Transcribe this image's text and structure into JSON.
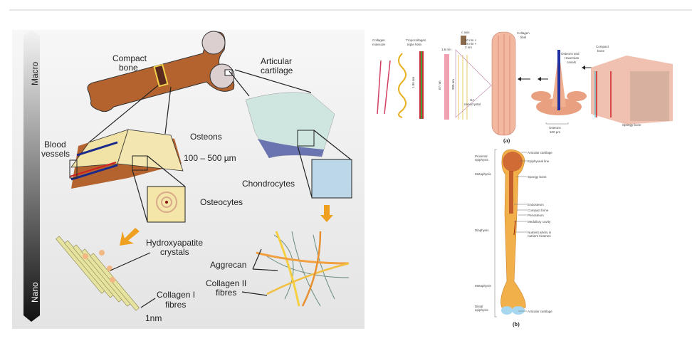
{
  "left_figure": {
    "scale_bar": {
      "top": "Macro",
      "bottom": "Nano"
    },
    "labels": {
      "compact_bone": [
        "Compact",
        "bone"
      ],
      "articular_cartilage": [
        "Articular",
        "cartilage"
      ],
      "blood_vessels": [
        "Blood",
        "vessels"
      ],
      "osteons": "Osteons",
      "size_range": "100 – 500 µm",
      "chondrocytes": "Chondrocytes",
      "osteocytes": "Osteocytes",
      "hydroxyapatite": [
        "Hydroxyapatite",
        "crystals"
      ],
      "aggrecan": "Aggrecan",
      "collagen_ii": [
        "Collagen II",
        "fibres"
      ],
      "collagen_i": [
        "Collagen I",
        "fibres"
      ],
      "scale_1nm": "1nm"
    },
    "colors": {
      "bone": "#b5632e",
      "cartilage": "#cfe6e0",
      "fibre": "#f2c14e",
      "vessel_red": "#d02020",
      "vessel_blue": "#1a2a8a"
    }
  },
  "figure_a": {
    "caption": "(a)",
    "labels": {
      "collagen_molecule": [
        "Collagen",
        "molecule"
      ],
      "tropocollagen": [
        "Tropocollagen",
        "triple helix"
      ],
      "c_axis": "c axis",
      "crystal_size": [
        "50 nm ×",
        "25 nm ×",
        "3 nm"
      ],
      "width_1_5": "1.5 nm",
      "pitch": "1.86 nm",
      "period": "67 nm",
      "length": "300 nm",
      "ha": [
        "HA",
        "nanocrystal"
      ],
      "fibril": [
        "Collagen",
        "fibril"
      ],
      "osteons_canals": [
        "Osteons and",
        "Haversian",
        "canals"
      ],
      "compact_bone": [
        "Compact",
        "bone"
      ],
      "osteons": [
        "Osteons",
        "100 µm"
      ],
      "spongy_bone": "Spongy bone"
    }
  },
  "figure_b": {
    "caption": "(b)",
    "left_labels": {
      "proximal_epiphysis": [
        "Proximal",
        "epiphysis"
      ],
      "metaphysis_top": "Metaphysis",
      "diaphysis": "Diaphysis",
      "metaphysis_bottom": "Metaphysis",
      "distal_epiphysis": [
        "Distal",
        "epiphysis"
      ]
    },
    "right_labels": {
      "articular_cartilage_top": "Articular cartilage",
      "epiphyseal_line": "Epiphyseal line",
      "spongy_bone": "Spongy bone",
      "endosteum": "Endosteum",
      "compact_bone": "Compact bone",
      "periosteum": "Periosteum",
      "medullary_cavity": "Medullary cavity",
      "nutrient_artery": [
        "Nutrient artery in",
        "nutrient foramen"
      ],
      "articular_cartilage_bottom": "Articular cartilage"
    }
  }
}
